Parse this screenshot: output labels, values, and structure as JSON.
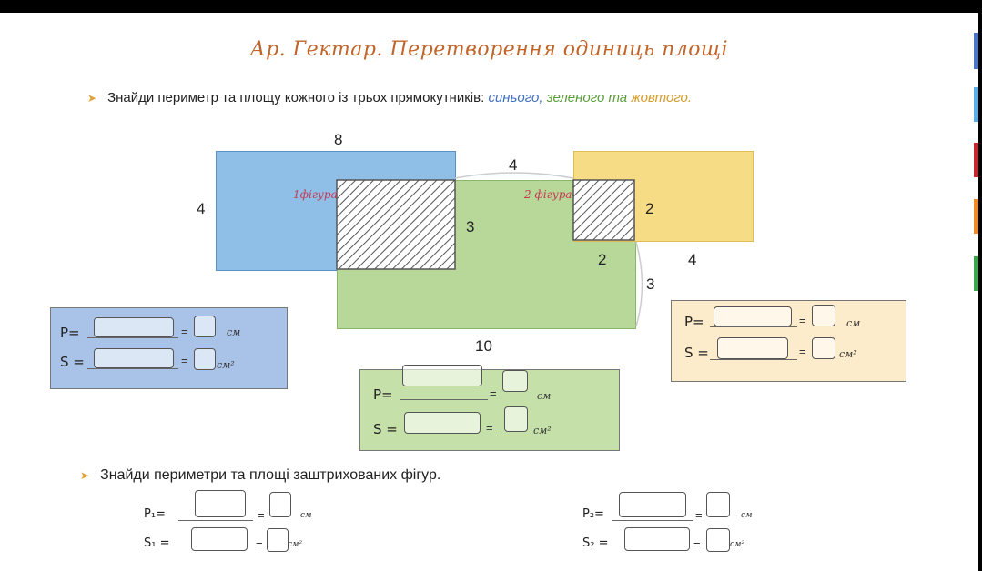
{
  "title": "Ар. Гектар. Перетворення одиниць площі",
  "task1": {
    "text": "Знайди периметр та площу кожного із трьох прямокутників:",
    "blue": "синього,",
    "green": "зеленого та",
    "yellow": "жовтого."
  },
  "diagram": {
    "labels": {
      "top8": "8",
      "left4": "4",
      "top4": "4",
      "right3": "3",
      "right2": "2",
      "bottom2": "2",
      "bottom4": "4",
      "right3b": "3",
      "bottom10": "10"
    },
    "fig1": "1фігура",
    "fig2": "2 фігура",
    "colors": {
      "blue": "#8fbfe6",
      "green": "#b7d898",
      "yellow": "#f7dc86",
      "hatch": "#555555"
    }
  },
  "cards": {
    "p_label": "P=",
    "s_label": "S =",
    "eq": "=",
    "unit_cm": "см",
    "unit_cm2": "см²",
    "colors": {
      "blue": "#a9c2e8",
      "green": "#c5e0a8",
      "yellow": "#fdeccb"
    }
  },
  "task2": {
    "text": "Знайди периметри та площі заштрихованих фігур.",
    "p1": "P₁=",
    "s1": "S₁ =",
    "p2": "P₂=",
    "s2": "S₂ =",
    "unit_cm": "см",
    "unit_cm2": "см²"
  },
  "side_tabs": [
    "#4a78c8",
    "#5ab0e6",
    "#c8282d",
    "#f08a24",
    "#3aa84a"
  ]
}
